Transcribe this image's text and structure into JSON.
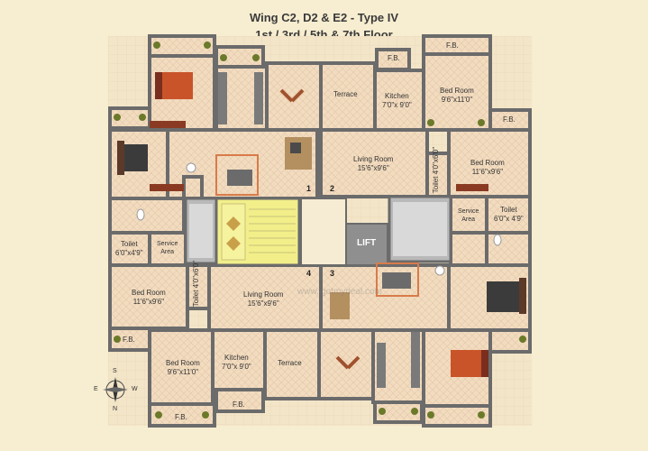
{
  "title_line1": "Wing C2, D2 & E2 - Type IV",
  "title_line2": "1st / 3rd / 5th & 7th Floor",
  "rooms": {
    "tl_bed": {
      "name": "",
      "dim": ""
    },
    "fb_tr_top": "F.B.",
    "fb_tr_mid": "F.B.",
    "fb_right_upper": "F.B.",
    "terrace_top": "Terrace",
    "kitchen_top": {
      "name": "Kitchen",
      "dim": "7'0\"x 9'0\""
    },
    "bed_tr": {
      "name": "Bed Room",
      "dim": "9'6\"x11'0\""
    },
    "living_top": {
      "name": "Living Room",
      "dim": "15'6\"x9'6\""
    },
    "toilet_top_v": "Toilet 4'0\"x6'0\"",
    "bed_right": {
      "name": "Bed Room",
      "dim": "11'6\"x9'6\""
    },
    "service_right": {
      "name": "Service",
      "dim": "Area"
    },
    "toilet_right": {
      "name": "Toilet",
      "dim": "6'0\"x 4'9\""
    },
    "toilet_left": {
      "name": "Toilet",
      "dim": "6'0\"x4'9\""
    },
    "service_left": {
      "name": "Service",
      "dim": "Area"
    },
    "bed_left": {
      "name": "Bed Room",
      "dim": "11'6\"x9'6\""
    },
    "toilet_left_v": "Toilet 4'0\"x6'0\"",
    "living_bottom": {
      "name": "Living Room",
      "dim": "15'6\"x9'6\""
    },
    "fb_left": "F.B.",
    "bed_bl": {
      "name": "Bed Room",
      "dim": "9'6\"x11'0\""
    },
    "kitchen_bottom": {
      "name": "Kitchen",
      "dim": "7'0\"x 9'0\""
    },
    "terrace_bottom": "Terrace",
    "fb_bottom_left": "F.B.",
    "fb_bottom_mid": "F.B.",
    "lift": "LIFT"
  },
  "flat_numbers": [
    "1",
    "2",
    "3",
    "4"
  ],
  "compass": {
    "n": "N",
    "s": "S",
    "e": "E",
    "w": "W"
  },
  "watermark": "www.igotmydeal.com",
  "colors": {
    "background": "#f7edd0",
    "floor_tile": "#f2dcc0",
    "wall": "#6b6b6b",
    "staircase": "#f2ef8a",
    "lift": "#b9b9b9"
  }
}
